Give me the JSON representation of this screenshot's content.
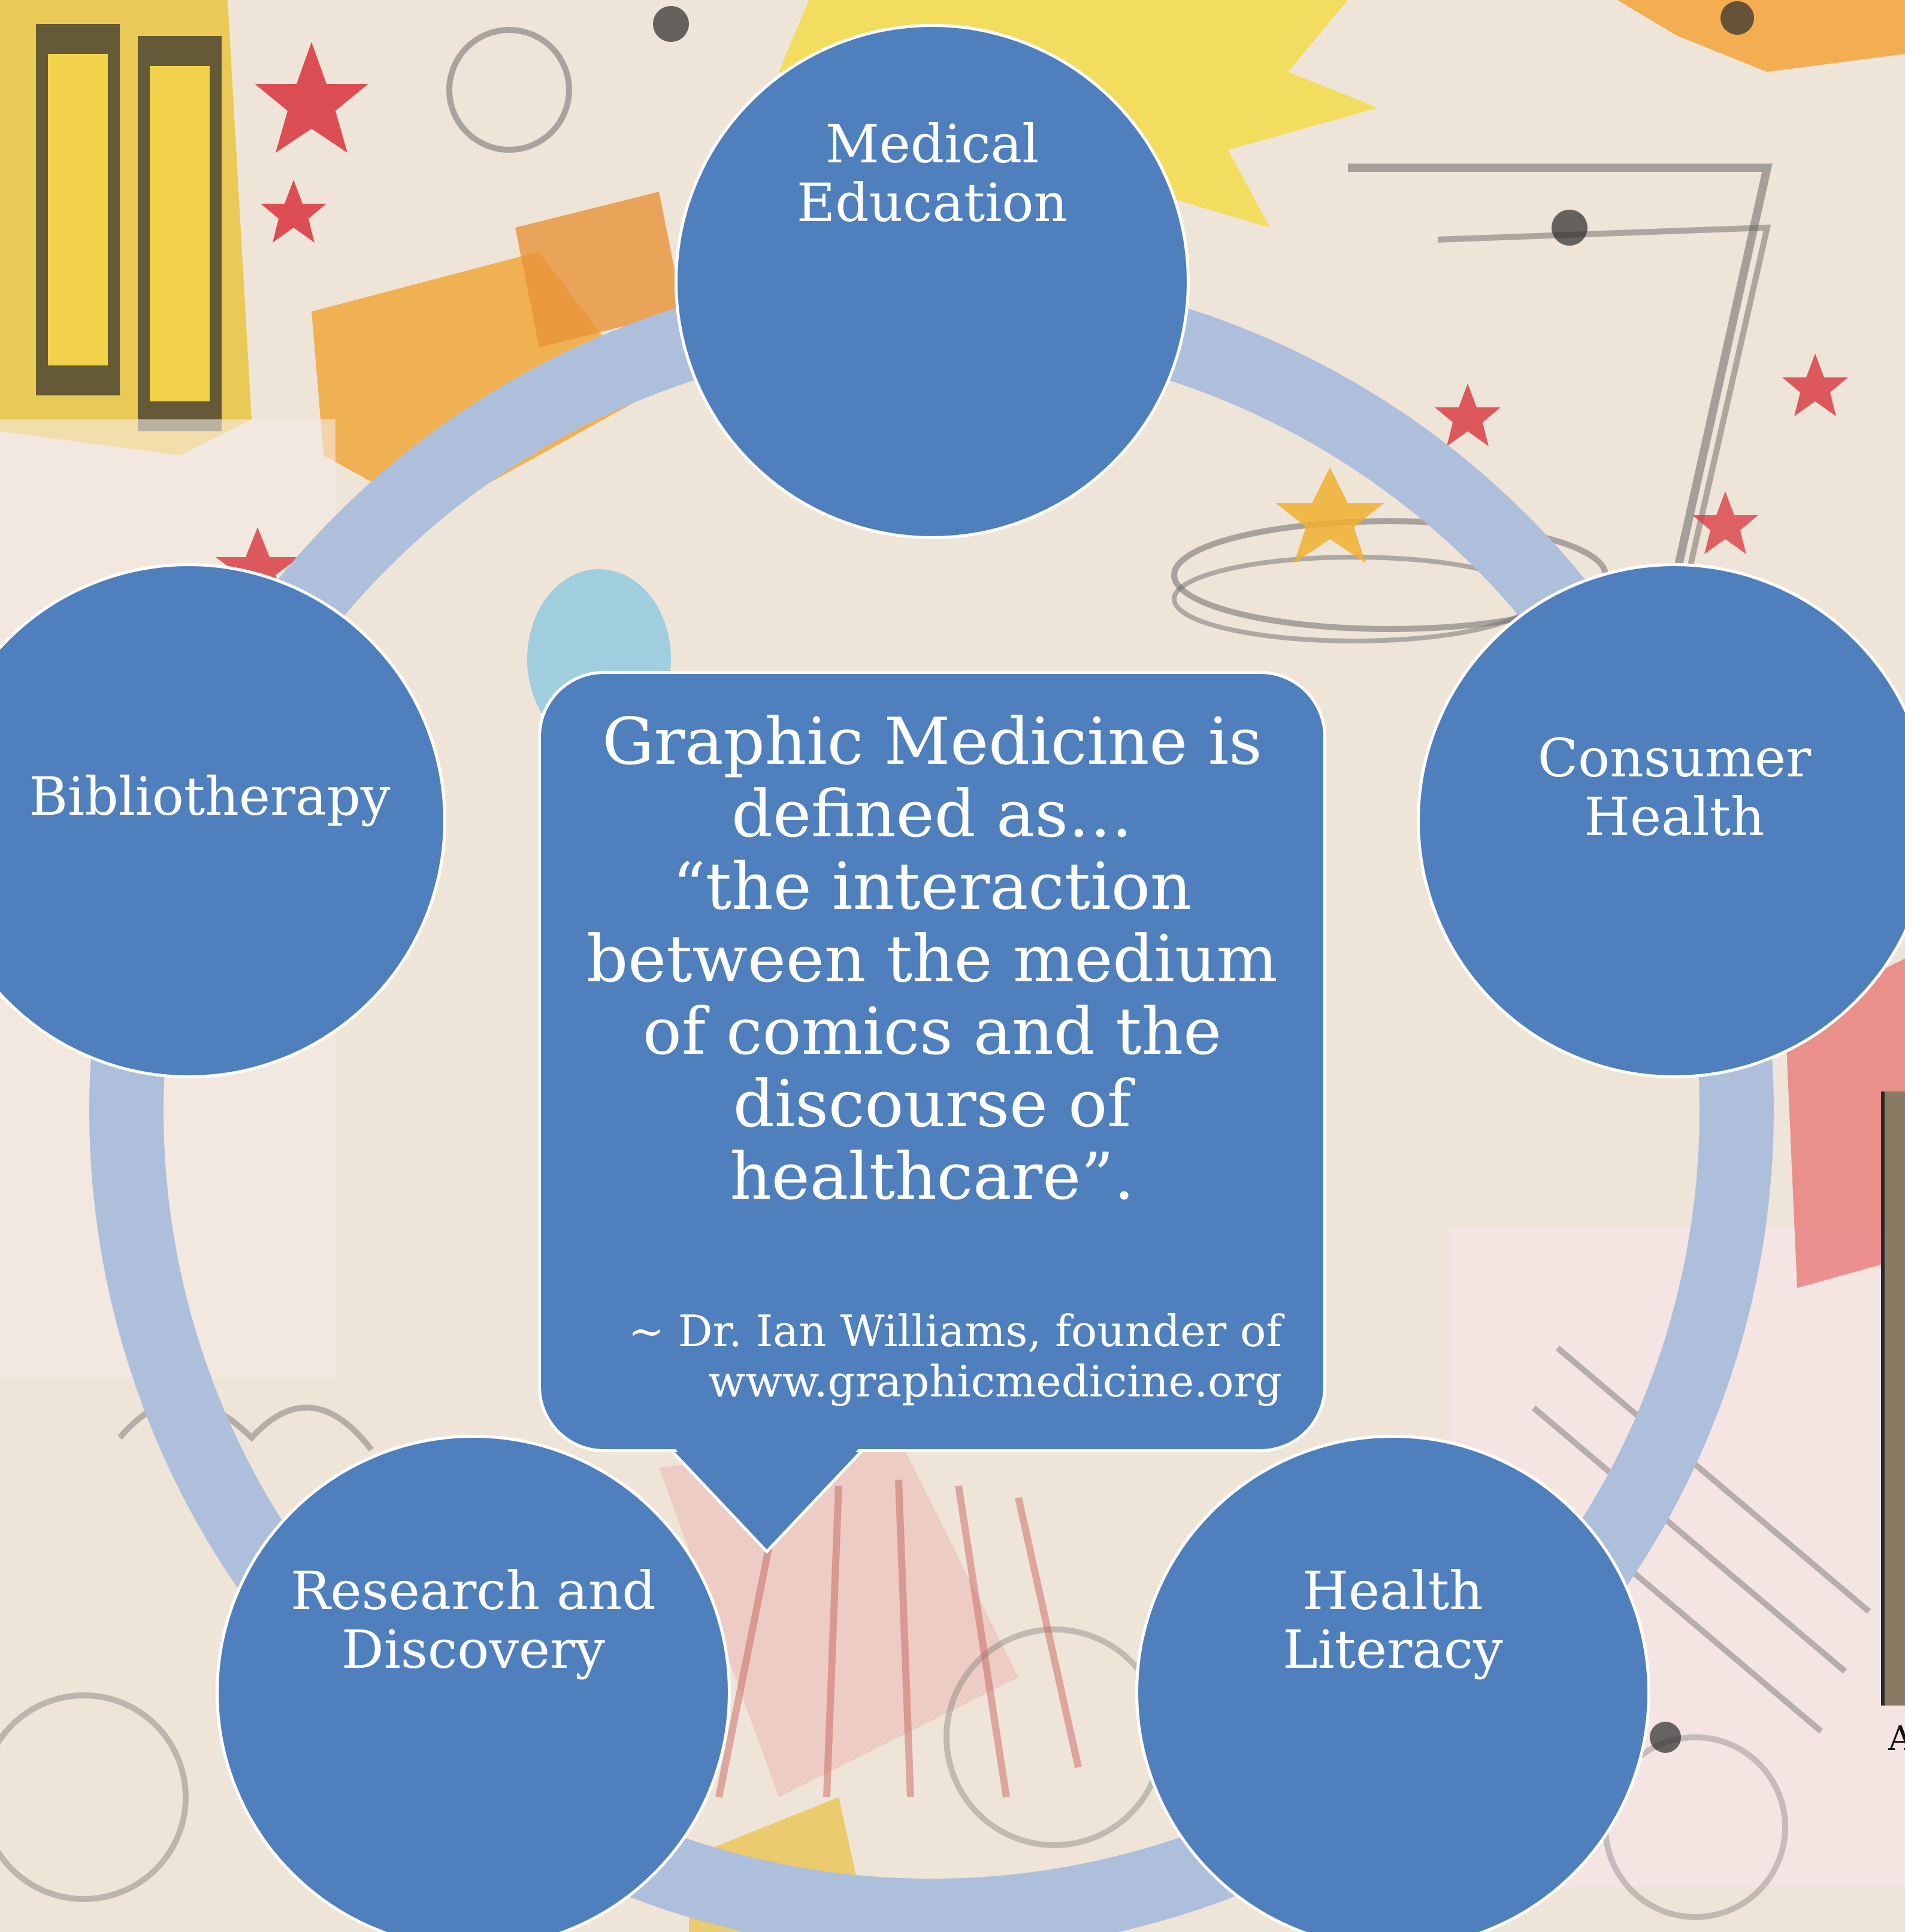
{
  "colors": {
    "node_fill": "#4f80bd",
    "ring": "#aebfdc",
    "text": "#ffffff",
    "background": "#efe4d8"
  },
  "center": {
    "definition": "Graphic Medicine is\ndefined as…\n“the interaction\nbetween the medium\nof comics and the\ndiscourse of\nhealthcare”.",
    "attribution": "~ Dr. Ian Williams, founder of\nwww.graphicmedicine.org"
  },
  "nodes": [
    {
      "id": "medical-education",
      "label": "Medical\nEducation"
    },
    {
      "id": "consumer-health",
      "label": "Consumer\nHealth"
    },
    {
      "id": "health-literacy",
      "label": "Health\nLiteracy"
    },
    {
      "id": "research-and-discovery",
      "label": "Research and\nDiscovery"
    },
    {
      "id": "bibliotherapy",
      "label": "Bibliotherapy"
    }
  ],
  "edge_caption": "A"
}
